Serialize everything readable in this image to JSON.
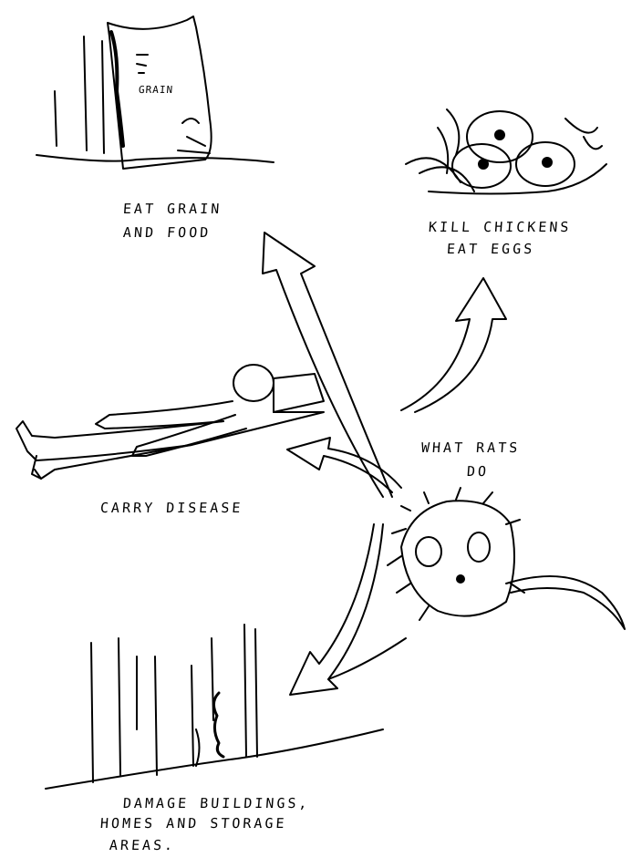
{
  "title": {
    "line1": "WHAT RATS",
    "line2": "DO"
  },
  "items": [
    {
      "id": "grain",
      "lines": [
        "EAT GRAIN",
        "AND FOOD"
      ],
      "sack_label": "GRAIN"
    },
    {
      "id": "chickens",
      "lines": [
        "KILL CHICKENS",
        "EAT EGGS"
      ]
    },
    {
      "id": "disease",
      "lines": [
        "CARRY  DISEASE"
      ]
    },
    {
      "id": "damage",
      "lines": [
        "DAMAGE BUILDINGS,",
        "HOMES AND STORAGE",
        "AREAS."
      ]
    }
  ],
  "colors": {
    "ink": "#000000",
    "background": "#ffffff"
  }
}
